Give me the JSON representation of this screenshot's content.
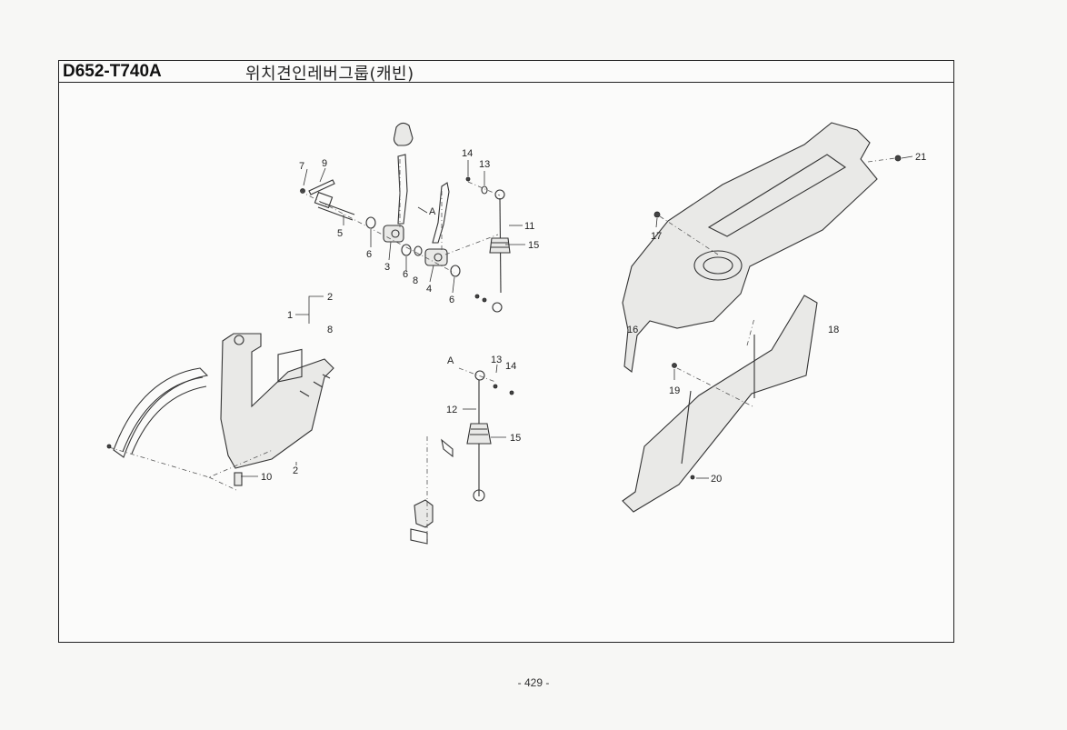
{
  "header": {
    "model_code": "D652-T740A",
    "group_title": "위치견인레버그룹(캐빈)"
  },
  "callouts": {
    "c7": "7",
    "c9": "9",
    "c5": "5",
    "c6a": "6",
    "c3": "3",
    "c6b": "6",
    "c8a": "8",
    "c4": "4",
    "c6c": "6",
    "c14a": "14",
    "c13a": "13",
    "c11": "11",
    "c15a": "15",
    "cA1": "A",
    "c1": "1",
    "c2a": "2",
    "c8b": "8",
    "c2b": "2",
    "c10": "10",
    "cA2": "A",
    "c13b": "13",
    "c14b": "14",
    "c12": "12",
    "c15b": "15",
    "c17": "17",
    "c21": "21",
    "c16": "16",
    "c18": "18",
    "c19": "19",
    "c20": "20"
  },
  "footer": {
    "page_number": "- 429 -"
  }
}
